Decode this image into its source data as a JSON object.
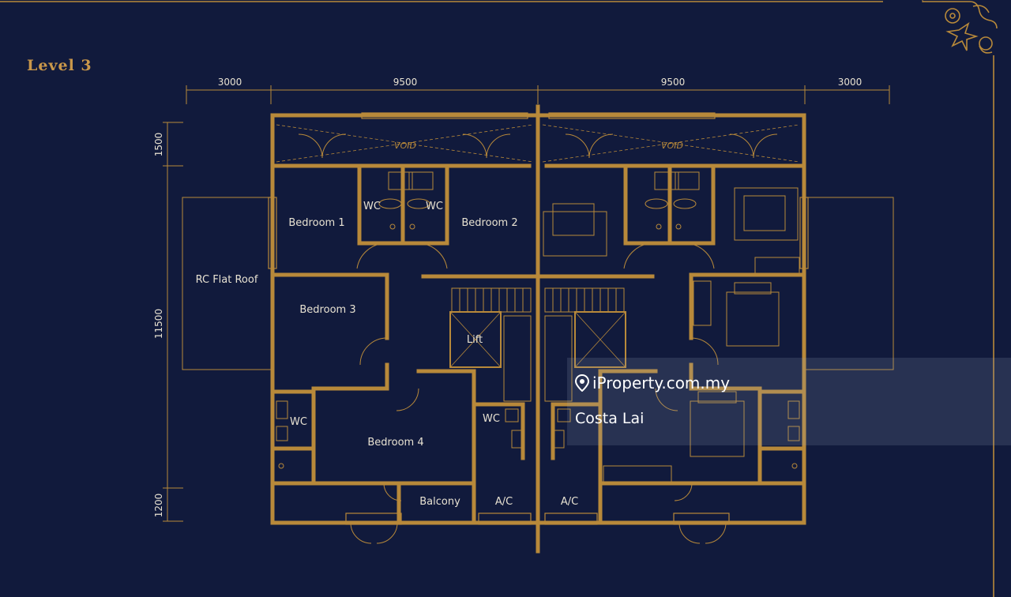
{
  "level_title": "Level 3",
  "dimensions": {
    "top": [
      "3000",
      "9500",
      "9500",
      "3000"
    ],
    "side": [
      "1500",
      "11500",
      "1200"
    ]
  },
  "rooms": {
    "bedroom1": "Bedroom 1",
    "bedroom2": "Bedroom 2",
    "bedroom3": "Bedroom 3",
    "bedroom4": "Bedroom 4",
    "wc": "WC",
    "lift": "Lift",
    "balcony": "Balcony",
    "ac": "A/C",
    "void": "VOID",
    "roof": "RC Flat Roof"
  },
  "watermark": {
    "brand": "iProperty.com.my",
    "agent": "Costa Lai"
  },
  "colors": {
    "background": "#111a3c",
    "wall": "#b8893a",
    "text": "#e8e2d2"
  },
  "icons": [
    "corner-ornament-icon",
    "location-pin-icon"
  ]
}
